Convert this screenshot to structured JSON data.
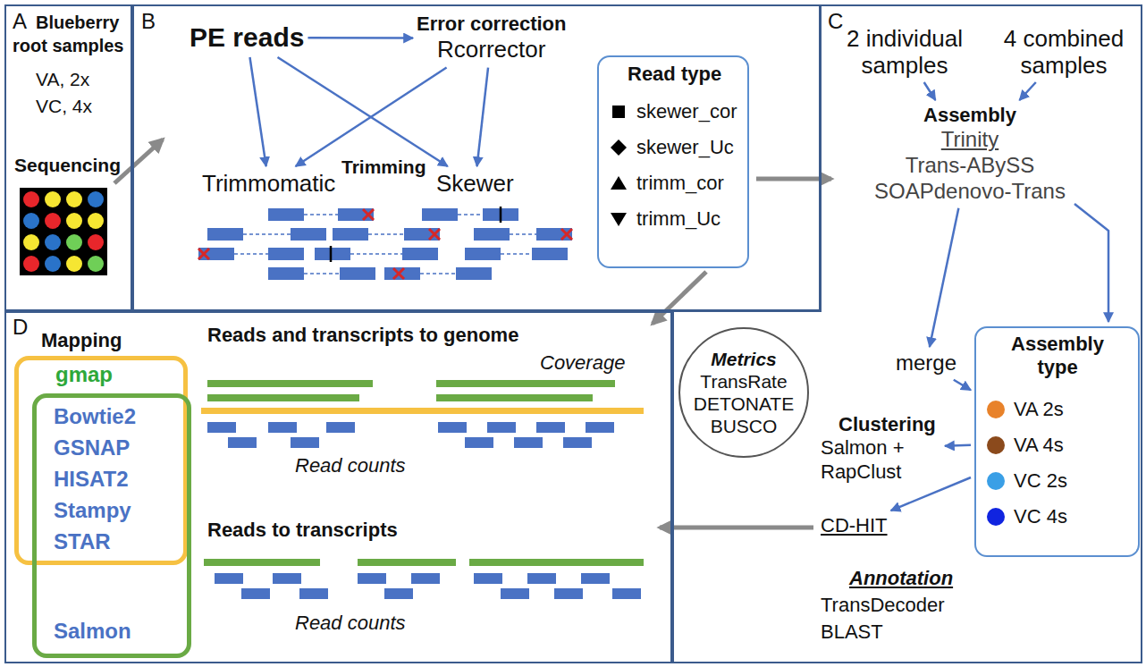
{
  "diagram": {
    "nodes": [
      {
        "text": [
          "A",
          "Blueberry root samples",
          "VA, 2x",
          "VC, 4x",
          "Sequencing"
        ]
      },
      {
        "text": [
          "B"
        ]
      },
      {
        "text": [
          "PE reads"
        ],
        "in": 1
      },
      {
        "text": [
          "Error correction",
          "Rcorrector"
        ],
        "in": 1
      },
      {
        "text": [
          "Trimmomatic"
        ],
        "in": 1
      },
      {
        "text": [
          "Skewer"
        ],
        "in": 1
      },
      {
        "text": [
          "Read type"
        ],
        "in": 1
      },
      {
        "text": [
          "C"
        ]
      },
      {
        "text": [
          "2 individual samples"
        ],
        "in": 7
      },
      {
        "text": [
          "4 combined samples"
        ],
        "in": 7
      },
      {
        "text": [
          "Assembly",
          "Trinity",
          "Trans-ABySS",
          "SOAPdenovo-Trans"
        ],
        "in": 7
      },
      {
        "text": [
          "merge"
        ],
        "in": 7
      },
      {
        "text": [
          "Metrics",
          "TransRate DETONATE BUSCO"
        ],
        "in": 7
      },
      {
        "text": [
          "Clustering",
          "Salmon + RapClust"
        ],
        "in": 7
      },
      {
        "text": [
          "CD-HIT"
        ],
        "in": 7
      },
      {
        "text": [
          "Assembly type"
        ],
        "in": 7
      },
      {
        "text": [
          "D",
          "Mapping"
        ]
      },
      {
        "text": [
          "gmap"
        ],
        "in": 16
      },
      {
        "text": [
          "Salmon"
        ],
        "in": 16
      }
    ],
    "edges": [
      {
        "from": 0,
        "to": 1,
        "arrow": "to"
      },
      {
        "from": 2,
        "to": 3,
        "arrow": "to"
      },
      {
        "from": 2,
        "to": 4,
        "arrow": "to"
      },
      {
        "from": 2,
        "to": 5,
        "arrow": "to"
      },
      {
        "from": 3,
        "to": 4,
        "arrow": "to"
      },
      {
        "from": 3,
        "to": 5,
        "arrow": "to"
      },
      {
        "from": 6,
        "to": 7,
        "arrow": "to"
      },
      {
        "from": 6,
        "to": 16,
        "arrow": "to"
      },
      {
        "from": 8,
        "to": 10,
        "arrow": "to"
      },
      {
        "from": 9,
        "to": 10,
        "arrow": "to"
      },
      {
        "from": 10,
        "to": 11,
        "arrow": "to"
      },
      {
        "from": 11,
        "to": 15,
        "arrow": "to"
      },
      {
        "from": 10,
        "to": 15,
        "arrow": "to"
      },
      {
        "from": 15,
        "to": 13,
        "arrow": "to"
      },
      {
        "from": 15,
        "to": 14,
        "arrow": "to"
      },
      {
        "from": 14,
        "to": 16,
        "arrow": "to"
      }
    ],
    "labels": [
      "Trimming",
      "Annotation",
      "TransDecoder",
      "BLAST",
      "Bowtie2",
      "GSNAP",
      "HISAT2",
      "Stampy",
      "STAR",
      "Reads and transcripts to genome",
      "Coverage",
      "Read counts",
      "Reads to transcripts",
      "Read counts"
    ],
    "legend": [
      {
        "text": "skewer_cor"
      },
      {
        "text": "skewer_Uc"
      },
      {
        "text": "trimm_cor"
      },
      {
        "text": "trimm_Uc"
      },
      {
        "text": "VA 2s",
        "color": "#e8822a"
      },
      {
        "text": "VA 4s",
        "color": "#8b4a1c"
      },
      {
        "text": "VC 2s",
        "color": "#3a9fe6"
      },
      {
        "text": "VC 4s",
        "color": "#1024e0"
      }
    ]
  }
}
